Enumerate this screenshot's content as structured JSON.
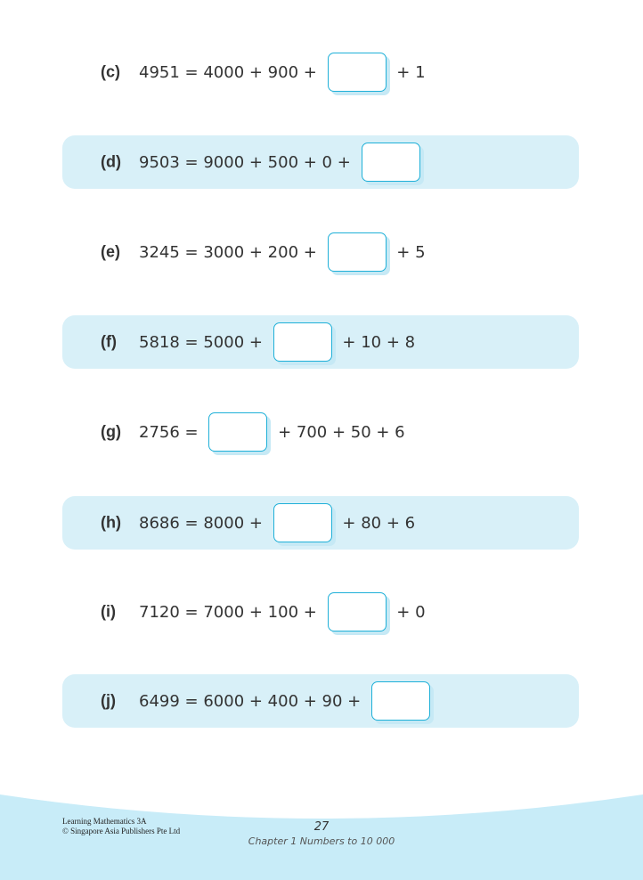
{
  "questions": [
    {
      "label": "(c)",
      "before": "4951 = 4000 + 900 + ",
      "after": " + 1"
    },
    {
      "label": "(d)",
      "before": "9503 = 9000 + 500 + 0 + ",
      "after": ""
    },
    {
      "label": "(e)",
      "before": "3245 = 3000 + 200 + ",
      "after": " + 5"
    },
    {
      "label": "(f)",
      "before": "5818 = 5000 + ",
      "after": " + 10 + 8"
    },
    {
      "label": "(g)",
      "before": "2756 = ",
      "after": " + 700 + 50 + 6"
    },
    {
      "label": "(h)",
      "before": "8686 = 8000 + ",
      "after": " + 80 + 6"
    },
    {
      "label": "(i)",
      "before": "7120 = 7000 + 100 + ",
      "after": " + 0"
    },
    {
      "label": "(j)",
      "before": "6499 = 6000 + 400 + 90 + ",
      "after": ""
    }
  ],
  "footer": {
    "book": "Learning Mathematics 3A",
    "copyright": "© Singapore Asia Publishers Pte Ltd",
    "page_number": "27",
    "chapter": "Chapter 1  Numbers to 10 000"
  },
  "colors": {
    "band": "#d8f0f8",
    "box_border": "#1fb0d8",
    "wave": "#c8ecf8"
  }
}
